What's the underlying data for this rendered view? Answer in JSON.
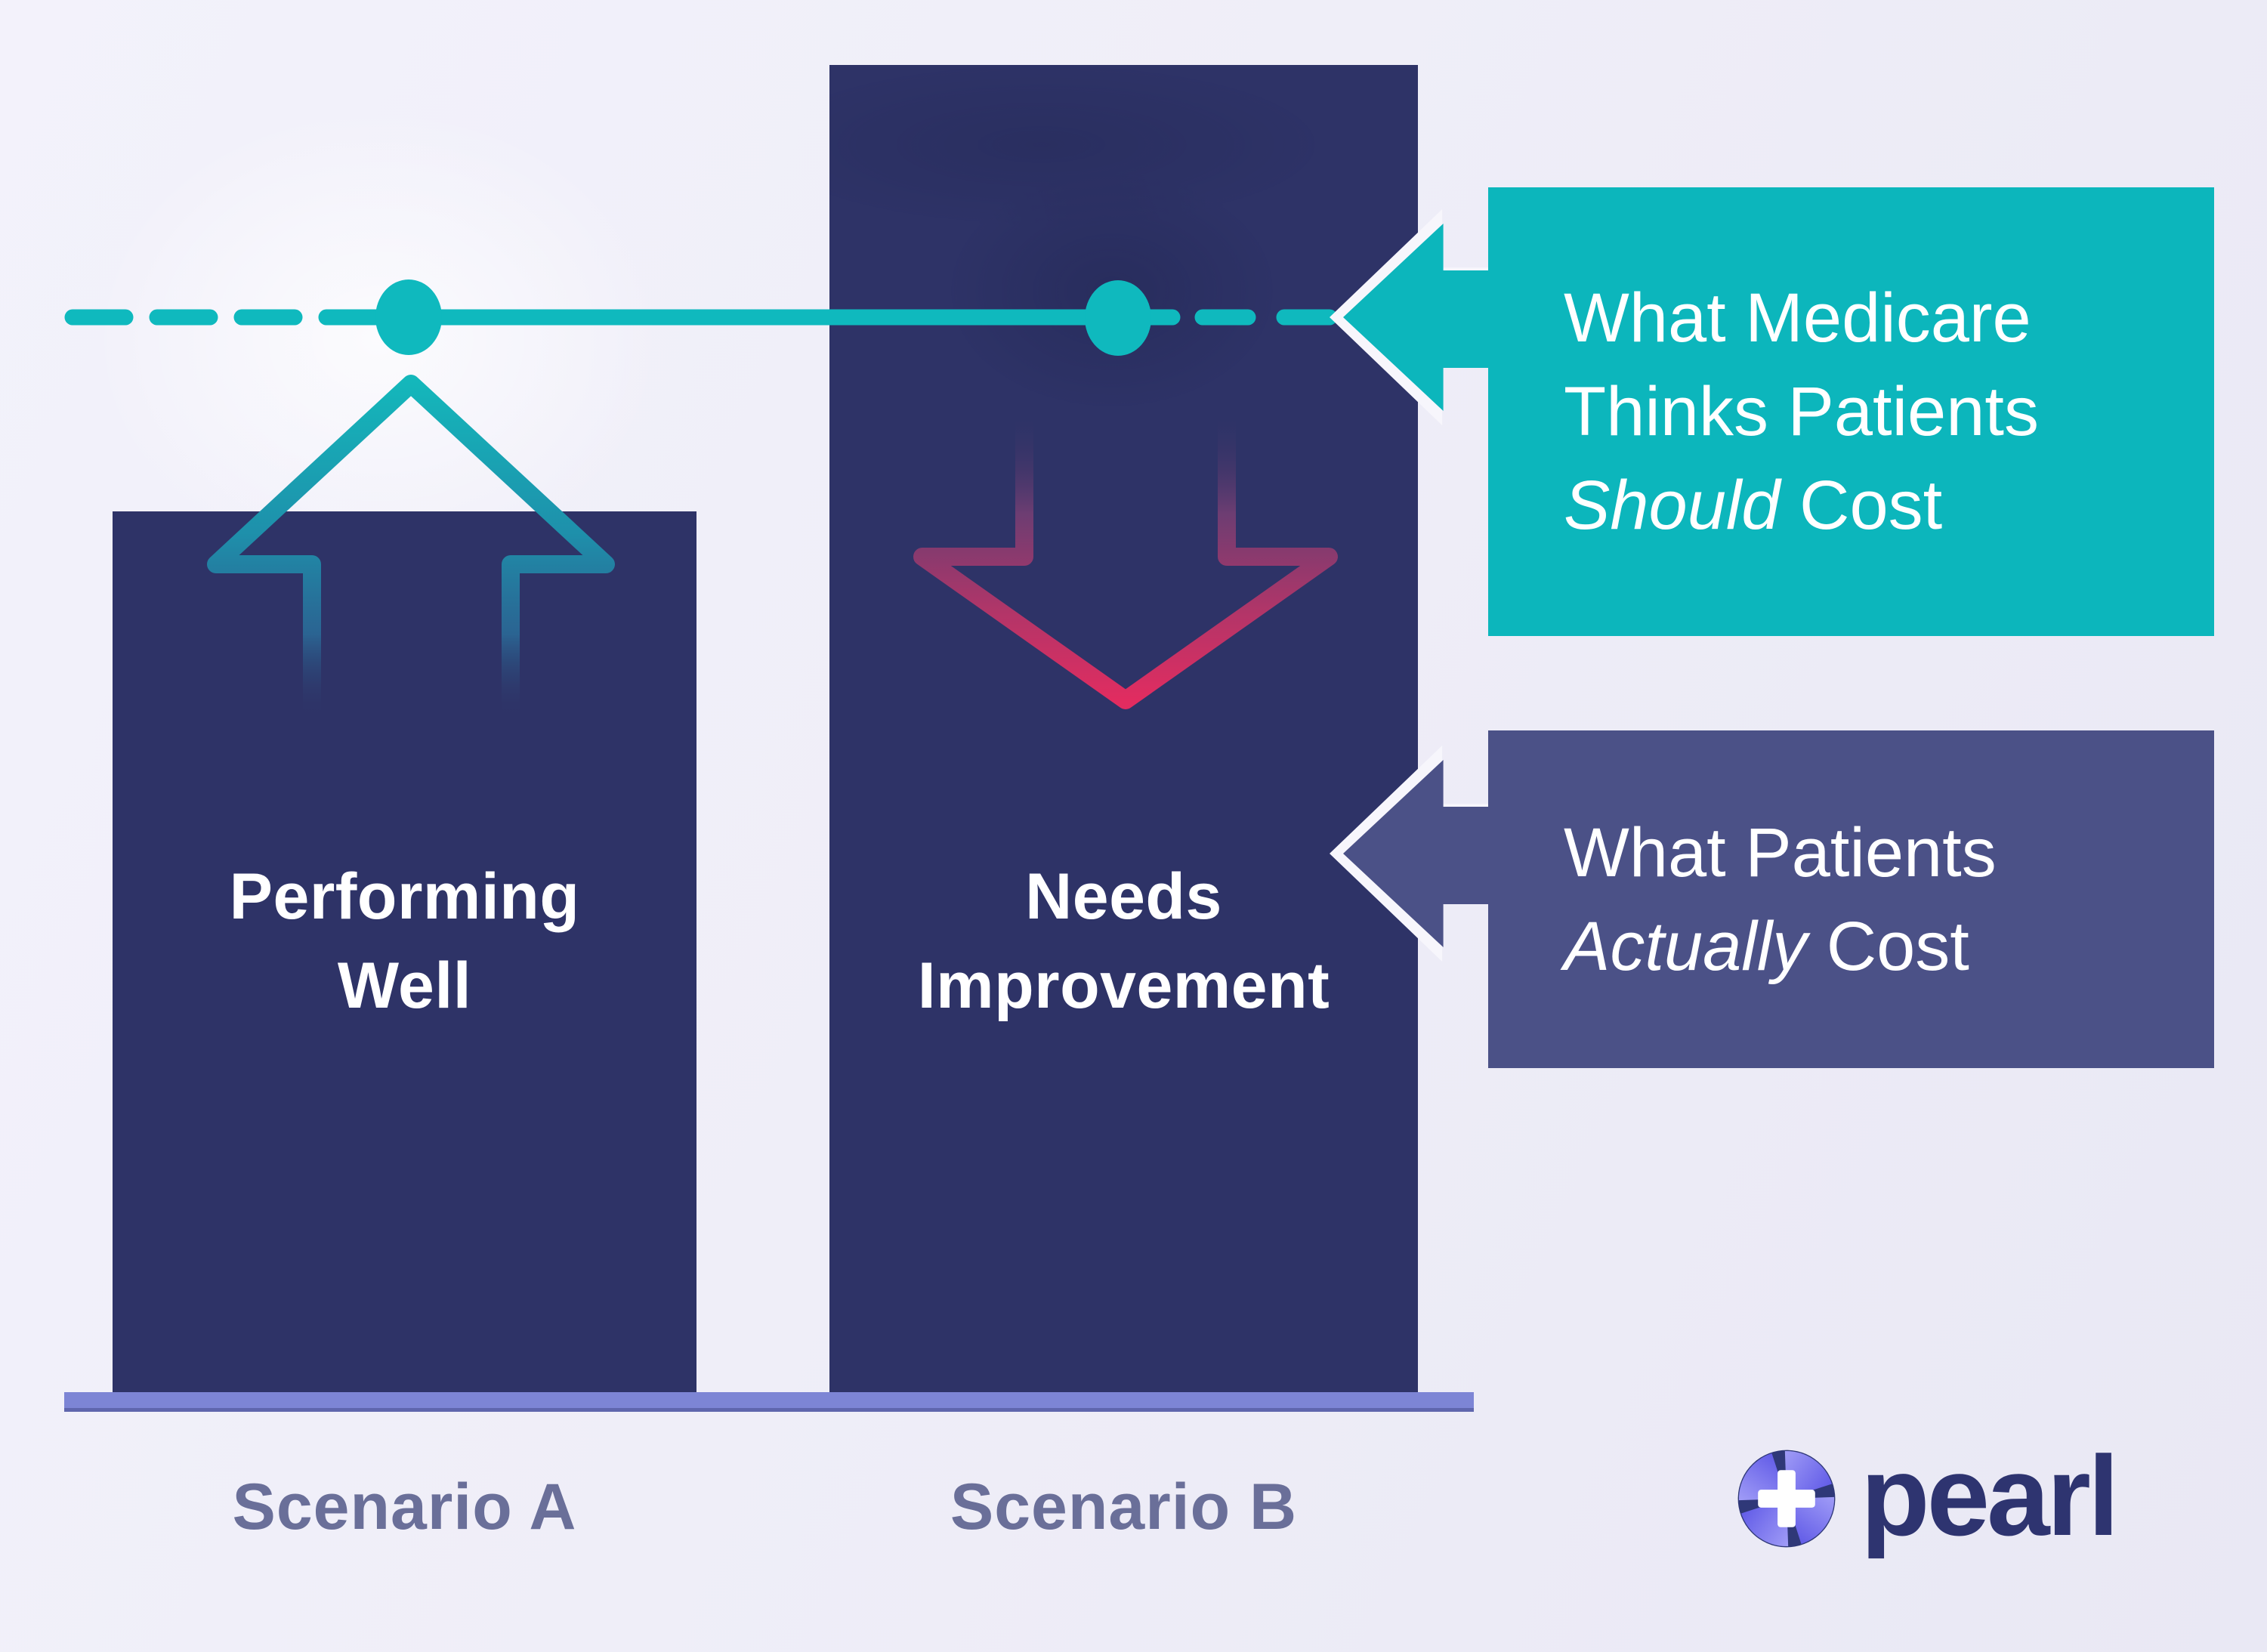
{
  "colors": {
    "background": "#f0eff8",
    "bar_navy": "#2e3367",
    "benchmark_teal": "#0fb9be",
    "callout_should_bg": "#0cb6bc",
    "callout_actual_bg": "#4b5187",
    "arrow_up_teal": "#14b7bb",
    "arrow_down_pink": "#e22c60",
    "baseline_purple": "#7d85d5",
    "axis_label_gray": "#6a6f99",
    "logo_indigo": "#2e3470"
  },
  "bars": [
    {
      "label_line1": "Performing",
      "label_line2": "Well",
      "axis_label": "Scenario A"
    },
    {
      "label_line1": "Needs",
      "label_line2": "Improvement",
      "axis_label": "Scenario B"
    }
  ],
  "callouts": {
    "should": {
      "line1": "What Medicare",
      "line2": "Thinks Patients",
      "emphasis": "Should",
      "line3_rest": " Cost"
    },
    "actual": {
      "line1": "What Patients",
      "emphasis": "Actually",
      "line2_rest": " Cost"
    }
  },
  "logo": {
    "wordmark": "pearl",
    "icon": "pearl-clover-plus-icon"
  },
  "chart_data": {
    "type": "bar",
    "categories": [
      "Scenario A",
      "Scenario B"
    ],
    "series": [
      {
        "name": "What Patients Actually Cost",
        "values": [
          0.82,
          1.23
        ]
      }
    ],
    "benchmark_line": {
      "name": "What Medicare Thinks Patients Should Cost",
      "value": 1.0,
      "style": "teal dashed line with round endpoint dots at each bar"
    },
    "bar_annotations": [
      "Performing Well",
      "Needs Improvement"
    ],
    "value_axis": "hidden (conceptual relative cost, no numeric scale shown)",
    "grid": false,
    "orientation": "vertical",
    "legend_position": "right-side callout boxes",
    "note": "Bar A tops out below the benchmark line (teal up arrow = performing well); Bar B rises above it (pink down arrow = needs improvement)"
  }
}
